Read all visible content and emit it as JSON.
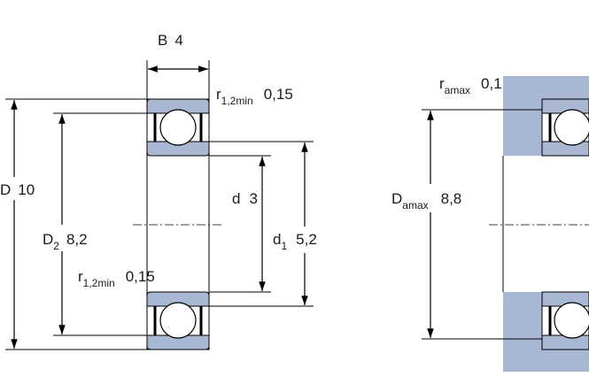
{
  "bearing": {
    "B": {
      "symbol": "B",
      "value": "4"
    },
    "D": {
      "symbol": "D",
      "value": "10"
    },
    "D2": {
      "symbol": "D",
      "subscript": "2",
      "value": "8,2"
    },
    "d": {
      "symbol": "d",
      "value": "3"
    },
    "d1": {
      "symbol": "d",
      "subscript": "1",
      "value": "5,2"
    },
    "r_top": {
      "symbol": "r",
      "subscript": "1,2min",
      "value": "0,15"
    },
    "r_bottom": {
      "symbol": "r",
      "subscript": "1,2min",
      "value": "0,15"
    }
  },
  "abutment": {
    "r_amax": {
      "symbol": "r",
      "subscript": "amax",
      "value": "0,1"
    },
    "D_amax": {
      "symbol": "D",
      "subscript": "amax",
      "value": "8,8"
    }
  },
  "colors": {
    "ring": "#a9b8d2",
    "housing": "#a9b8d2",
    "line": "#000000",
    "background": "#ffffff"
  }
}
